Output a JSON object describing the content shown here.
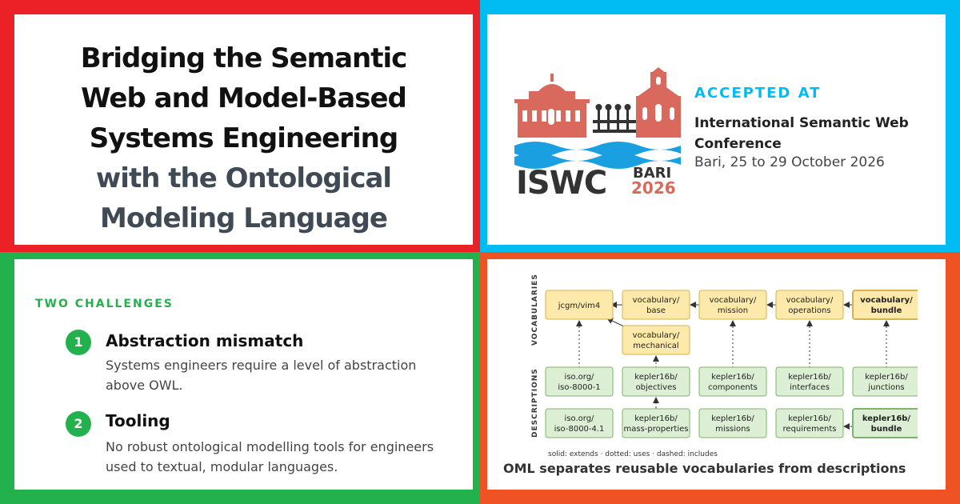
{
  "title": {
    "lines": [
      "Bridging the Semantic",
      "Web and Model-Based",
      "Systems Engineering"
    ],
    "sub_lines": [
      "with the Ontological",
      "Modeling Language"
    ]
  },
  "conference": {
    "logo_text": "ISWC",
    "logo_city": "BARI",
    "logo_year": "2026",
    "accepted_label": "ACCEPTED AT",
    "name": "International Semantic Web Conference",
    "date": "Bari, 25 to 29 October 2026",
    "colors": {
      "accent": "#00bcf2",
      "logo_red": "#d9695c",
      "logo_blue": "#1aa0e0",
      "logo_dark": "#333333"
    }
  },
  "challenges": {
    "heading": "TWO CHALLENGES",
    "items": [
      {
        "number": "1",
        "title": "Abstraction mismatch",
        "desc": "Systems engineers require a level of abstraction above OWL."
      },
      {
        "number": "2",
        "title": "Tooling",
        "desc": "No robust ontological modelling tools for engineers used to textual, modular languages."
      }
    ]
  },
  "diagram": {
    "row_labels": {
      "vocabularies": "VOCABULARIES",
      "descriptions": "DESCRIPTIONS"
    },
    "vocabularies": [
      {
        "l1": "jcgm/vim4",
        "l2": ""
      },
      {
        "l1": "vocabulary/",
        "l2": "base"
      },
      {
        "l1": "vocabulary/",
        "l2": "mission"
      },
      {
        "l1": "vocabulary/",
        "l2": "operations"
      },
      {
        "l1": "vocabulary/",
        "l2": "bundle"
      },
      {
        "l1": "vocabulary/",
        "l2": "mechanical"
      }
    ],
    "descriptions": [
      {
        "l1": "iso.org/",
        "l2": "iso-8000-1"
      },
      {
        "l1": "kepler16b/",
        "l2": "objectives"
      },
      {
        "l1": "kepler16b/",
        "l2": "components"
      },
      {
        "l1": "kepler16b/",
        "l2": "interfaces"
      },
      {
        "l1": "kepler16b/",
        "l2": "junctions"
      },
      {
        "l1": "iso.org/",
        "l2": "iso-8000-4.1"
      },
      {
        "l1": "kepler16b/",
        "l2": "mass-properties"
      },
      {
        "l1": "kepler16b/",
        "l2": "missions"
      },
      {
        "l1": "kepler16b/",
        "l2": "requirements"
      },
      {
        "l1": "kepler16b/",
        "l2": "bundle"
      }
    ],
    "legend": "solid: extends · dotted: uses · dashed: includes",
    "caption": "OML separates reusable vocabularies from descriptions",
    "colors": {
      "vocab_fill": "#fde9a9",
      "vocab_stroke": "#d9b24a",
      "desc_fill": "#dcefd4",
      "desc_stroke": "#7fb36b"
    }
  }
}
